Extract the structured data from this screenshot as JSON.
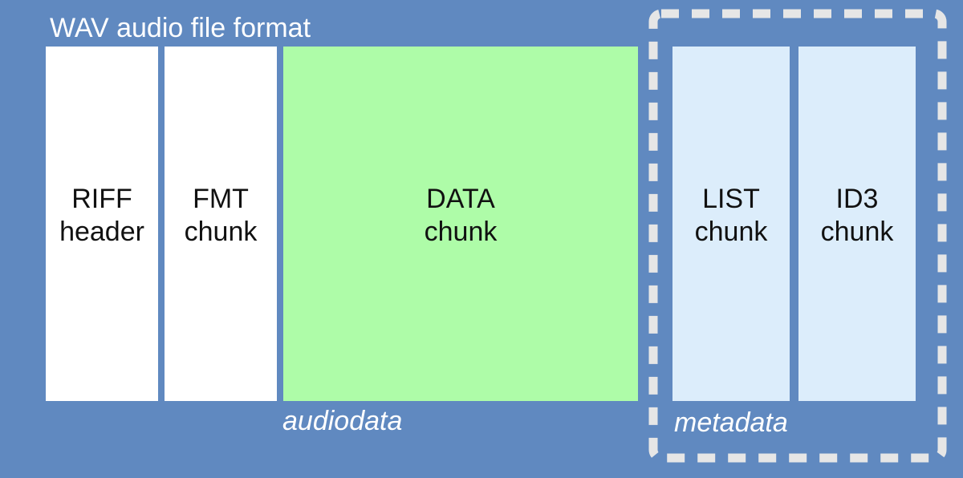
{
  "diagram": {
    "title": "WAV audio file format",
    "blocks": [
      {
        "line1": "RIFF",
        "line2": "header"
      },
      {
        "line1": "FMT",
        "line2": "chunk"
      },
      {
        "line1": "DATA",
        "line2": "chunk"
      },
      {
        "line1": "LIST",
        "line2": "chunk"
      },
      {
        "line1": "ID3",
        "line2": "chunk"
      }
    ],
    "groups": {
      "audio": "audiodata",
      "meta": "metadata"
    },
    "colors": {
      "background": "#6089c0",
      "header_block": "#ffffff",
      "audio_block": "#aefca8",
      "meta_block": "#dcedfb",
      "dashed_border": "#e6e6e6"
    }
  }
}
